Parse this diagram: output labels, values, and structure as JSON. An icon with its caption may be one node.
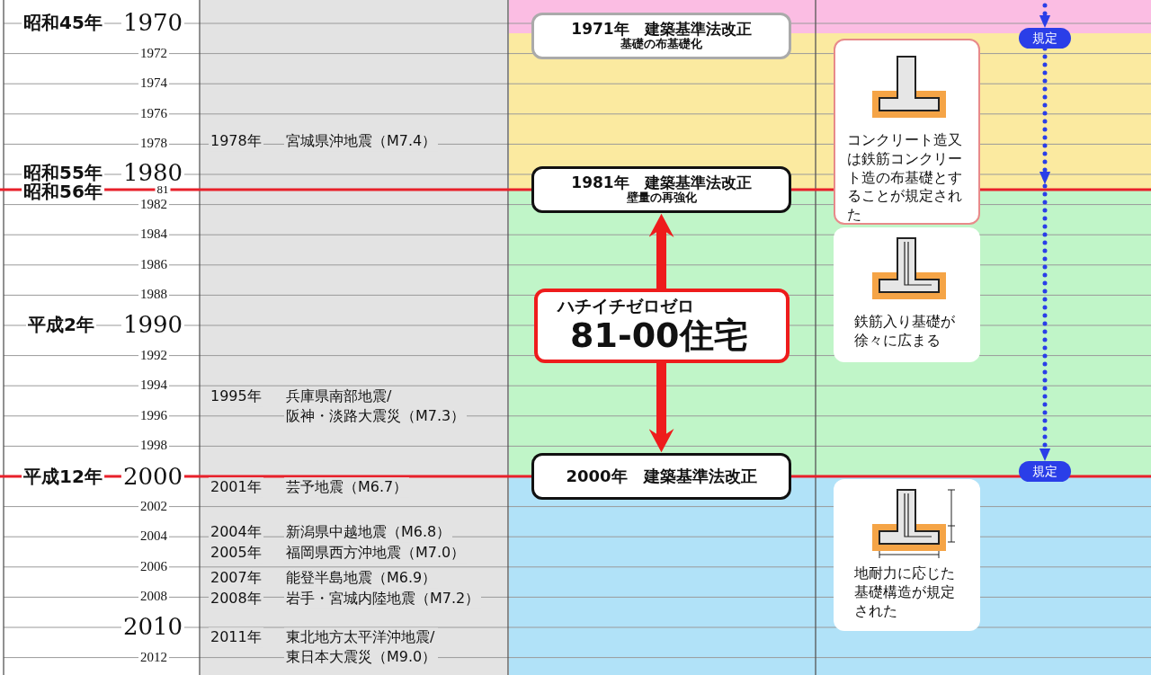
{
  "diagram": {
    "nodes": [
      {
        "text": [
          "1971年　建築基準法改正",
          "基礎の布基礎化"
        ]
      },
      {
        "text": [
          "1981年　建築基準法改正",
          "壁量の再強化"
        ]
      },
      {
        "text": [
          "ハチイチゼロゼロ",
          "81-00住宅"
        ]
      },
      {
        "text": [
          "2000年　建築基準法改正"
        ]
      },
      {
        "text": [
          "コンクリート造又は鉄筋コンクリート造の布基礎とすることが規定された"
        ]
      },
      {
        "text": [
          "鉄筋入り基礎が徐々に広まる"
        ]
      },
      {
        "text": [
          "地耐力に応じた基礎構造が規定された"
        ]
      },
      {
        "text": [
          "規定"
        ]
      },
      {
        "text": [
          "規定"
        ]
      }
    ],
    "edges": [
      {
        "from": 2,
        "to": 1,
        "arrow": "to",
        "style": "thick",
        "color": "#ee1c1c"
      },
      {
        "from": 2,
        "to": 3,
        "arrow": "to",
        "style": "thick",
        "color": "#ee1c1c"
      },
      {
        "from": null,
        "to": 7,
        "arrow": "to",
        "style": "dashed",
        "color": "#2a3ee8"
      },
      {
        "from": 7,
        "to": 8,
        "arrow": "to",
        "style": "dashed",
        "color": "#2a3ee8"
      }
    ],
    "labels": [
      "昭和45年",
      "1970",
      "1972",
      "1974",
      "1976",
      "1978",
      "1978年",
      "宮城県沖地震（M7.4）",
      "昭和55年",
      "1980",
      "昭和56年",
      "81",
      "1982",
      "1984",
      "1986",
      "1988",
      "平成2年",
      "1990",
      "1992",
      "1994",
      "1995年",
      "兵庫県南部地震/阪神・淡路大震災（M7.3）",
      "1996",
      "1998",
      "平成12年",
      "2000",
      "2001年",
      "芸予地震（M6.7）",
      "2002",
      "2004",
      "2004年",
      "新潟県中越地震（M6.8）",
      "2005年",
      "福岡県西方沖地震（M7.0）",
      "2006",
      "2007年",
      "能登半島地震（M6.9）",
      "2008",
      "2008年",
      "岩手・宮城内陸地震（M7.2）",
      "2010",
      "2011年",
      "東北地方太平洋沖地震/東日本大震災（M9.0）",
      "2012"
    ]
  }
}
